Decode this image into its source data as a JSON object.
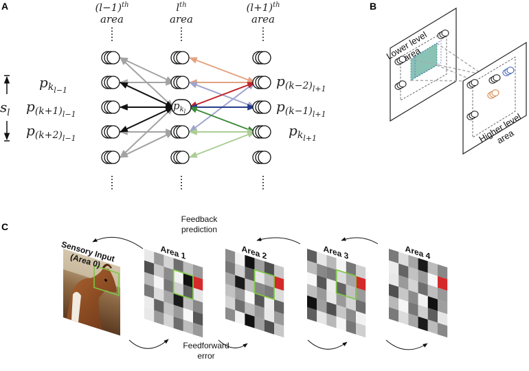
{
  "panels": {
    "a": "A",
    "b": "B",
    "c": "C"
  },
  "panel_a": {
    "columns": [
      {
        "top": "(l−1)",
        "sup": "th",
        "bottom": "area"
      },
      {
        "top": "l",
        "sup": "th",
        "bottom": "area"
      },
      {
        "top": "(l+1)",
        "sup": "th",
        "bottom": "area"
      }
    ],
    "left_labels": [
      {
        "base": "p",
        "sub": "k",
        "subsub": "l−1"
      },
      {
        "base": "p",
        "sub": "(k+1)",
        "subsub": "l−1"
      },
      {
        "base": "p",
        "sub": "(k+2)",
        "subsub": "l−1"
      }
    ],
    "right_labels": [
      {
        "base": "p",
        "sub": "(k−2)",
        "subsub": "l+1"
      },
      {
        "base": "p",
        "sub": "(k−1)",
        "subsub": "l+1"
      },
      {
        "base": "p",
        "sub": "k",
        "subsub": "l+1"
      }
    ],
    "center_node": {
      "base": "p",
      "sub": "k",
      "subsub": "l"
    },
    "scale_label": {
      "base": "s",
      "sub": "l"
    },
    "ellipsis": "⋮",
    "colors": {
      "gray": "#a3a3a3",
      "black": "#111111",
      "orange": "#e2a27e",
      "lavender": "#9ea3cc",
      "red": "#c42229",
      "navy": "#263a8c",
      "green": "#3d8a3a",
      "lightgreen": "#aacd95"
    }
  },
  "panel_b": {
    "lower_label_line1": "Lower level",
    "lower_label_line2": "area",
    "higher_label_line1": "Higher level",
    "higher_label_line2": "area",
    "colors": {
      "teal": "#3c9b86",
      "blue": "#4466bb",
      "orange": "#d8874d"
    }
  },
  "panel_c": {
    "feedback_line1": "Feedback",
    "feedback_line2": "prediction",
    "feedforward_line1": "Feedforward",
    "feedforward_line2": "error",
    "input_line1": "Sensory Input",
    "input_line2": "(Area 0)",
    "areas": [
      "Area 1",
      "Area 2",
      "Area 3",
      "Area 4"
    ],
    "colors": {
      "red": "#d42a2a",
      "green": "#7ec845"
    }
  }
}
